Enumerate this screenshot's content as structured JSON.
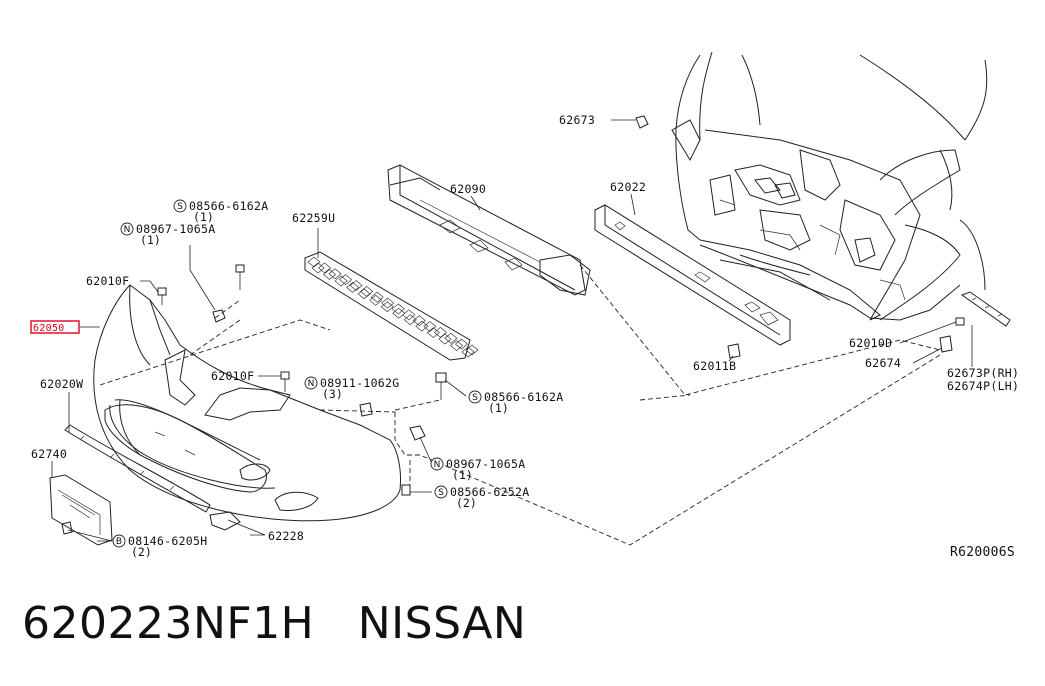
{
  "diagram": {
    "reference": "R620006S",
    "callouts": [
      {
        "id": "62673_top",
        "text": "62673"
      },
      {
        "id": "62090",
        "text": "62090"
      },
      {
        "id": "62022",
        "text": "62022"
      },
      {
        "id": "62259U",
        "text": "62259U"
      },
      {
        "id": "s1",
        "prefix": "S",
        "text": "08566-6162A",
        "qty": "(1)"
      },
      {
        "id": "n1",
        "prefix": "N",
        "text": "08967-1065A",
        "qty": "(1)"
      },
      {
        "id": "62010F_a",
        "text": "62010F"
      },
      {
        "id": "62050",
        "text": "62050"
      },
      {
        "id": "62010F_b",
        "text": "62010F"
      },
      {
        "id": "n2",
        "prefix": "N",
        "text": "08911-1062G",
        "qty": "(3)"
      },
      {
        "id": "62020W",
        "text": "62020W"
      },
      {
        "id": "s2",
        "prefix": "S",
        "text": "08566-6162A",
        "qty": "(1)"
      },
      {
        "id": "62740",
        "text": "62740"
      },
      {
        "id": "n3",
        "prefix": "N",
        "text": "08967-1065A",
        "qty": "(1)"
      },
      {
        "id": "s3",
        "prefix": "S",
        "text": "08566-6252A",
        "qty": "(2)"
      },
      {
        "id": "62228",
        "text": "62228"
      },
      {
        "id": "b1",
        "prefix": "B",
        "text": "08146-6205H",
        "qty": "(2)"
      },
      {
        "id": "62011B",
        "text": "62011B"
      },
      {
        "id": "62010D",
        "text": "62010D"
      },
      {
        "id": "62674",
        "text": "62674"
      },
      {
        "id": "62673P",
        "text": "62673P(RH)"
      },
      {
        "id": "62674P",
        "text": "62674P(LH)"
      }
    ],
    "highlighted_part": "62050",
    "highlight_color": "#e0001b"
  },
  "caption": {
    "part_number": "620223NF1H",
    "brand": "NISSAN"
  }
}
